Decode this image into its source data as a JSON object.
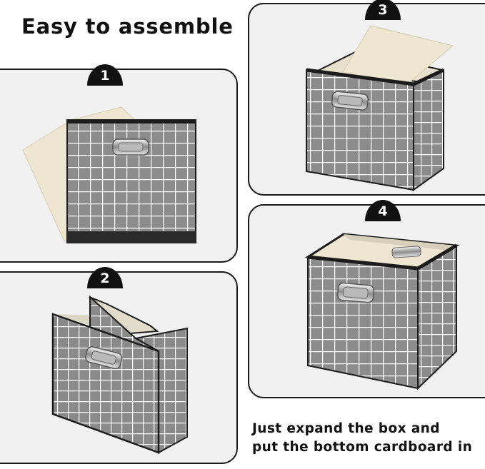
{
  "title": "Easy to assemble",
  "steps": [
    {
      "number": "1"
    },
    {
      "number": "2"
    },
    {
      "number": "3"
    },
    {
      "number": "4"
    }
  ],
  "caption": {
    "line1": "Just expand the box and",
    "line2": "put the bottom cardboard in"
  },
  "colors": {
    "fabric": "#8c8c8c",
    "grid": "#ffffff",
    "trim": "#1c1c1c",
    "cardboard": "#efe6d1",
    "panel_bg": "#f1f1f1"
  },
  "icons": [
    "metal-handle-icon"
  ]
}
